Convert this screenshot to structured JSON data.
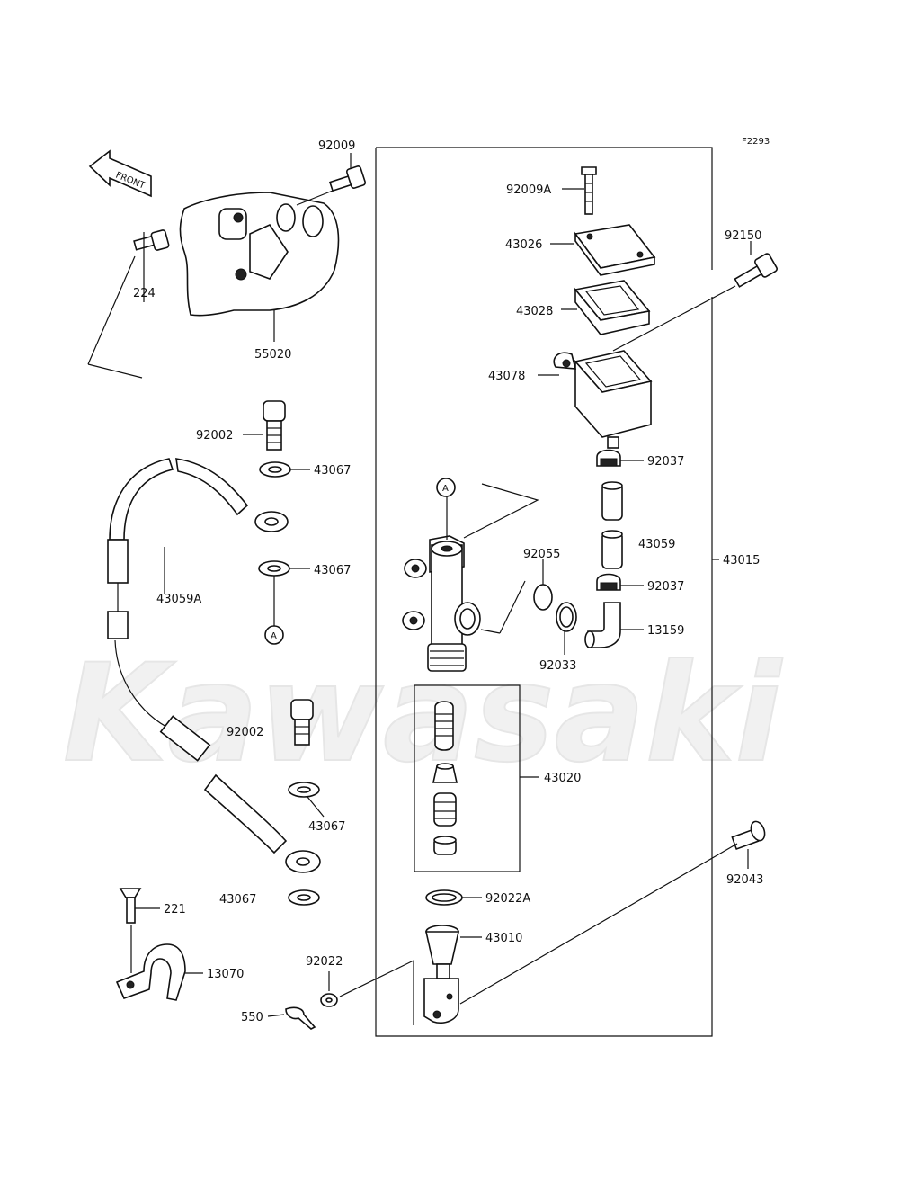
{
  "diagram": {
    "figure_code": "F2293",
    "watermark": "Kawasaki",
    "front_label": "FRONT",
    "assembly_labels": {
      "master_cylinder_assy": "43015",
      "piston_kit": "43020"
    },
    "callouts": {
      "c92009": "92009",
      "c224": "224",
      "c55020": "55020",
      "c92002a": "92002",
      "c43067a": "43067",
      "c43067b": "43067",
      "c43059a": "43059A",
      "c92002b": "92002",
      "c43067c": "43067",
      "c43067d": "43067",
      "c221": "221",
      "c13070": "13070",
      "c550": "550",
      "c92022": "92022",
      "c92009a": "92009A",
      "c43026": "43026",
      "c43028": "43028",
      "c43078": "43078",
      "c92150": "92150",
      "c92037a": "92037",
      "c43059": "43059",
      "c92037b": "92037",
      "c13159": "13159",
      "c92055": "92055",
      "c92033": "92033",
      "c92022a": "92022A",
      "c43010": "43010",
      "c92043": "92043"
    },
    "ref_marker_a1": "A",
    "ref_marker_a2": "A"
  }
}
